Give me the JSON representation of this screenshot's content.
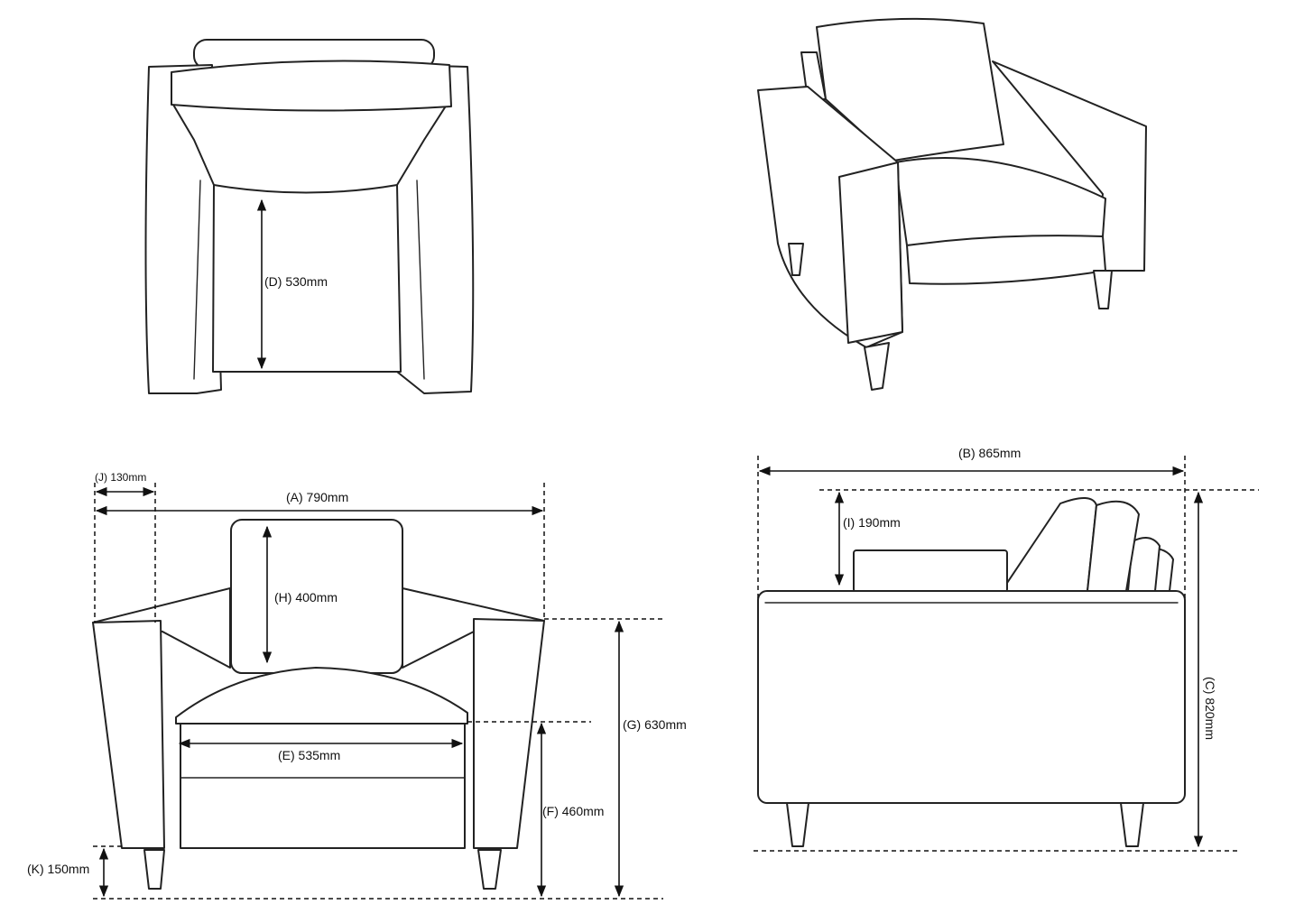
{
  "dimensions": {
    "A": "(A) 790mm",
    "B": "(B) 865mm",
    "C": "(C) 820mm",
    "D": "(D) 530mm",
    "E": "(E) 535mm",
    "F": "(F) 460mm",
    "G": "(G) 630mm",
    "H": "(H) 400mm",
    "I": "(I) 190mm",
    "J": "(J) 130mm",
    "K": "(K) 150mm"
  }
}
